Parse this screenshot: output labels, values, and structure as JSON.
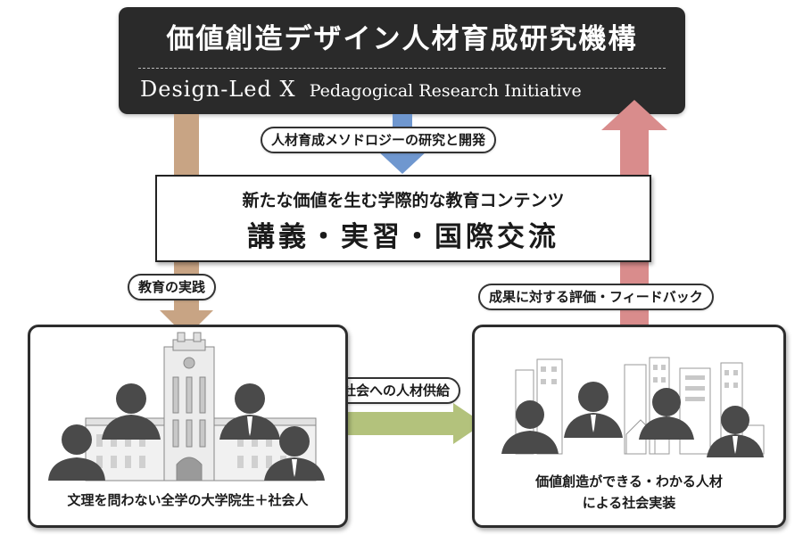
{
  "title": {
    "japanese": "価値創造デザイン人材育成研究機構",
    "english_main": "Design-Led X",
    "english_sub": "Pedagogical Research Initiative"
  },
  "labels": {
    "methodology": "人材育成メソドロジーの研究と開発",
    "practice": "教育の実践",
    "feedback": "成果に対する評価・フィードバック",
    "supply": "社会への人材供給"
  },
  "content": {
    "subtitle": "新たな価値を生む学際的な教育コンテンツ",
    "main": "講義・実習・国際交流"
  },
  "left_panel": {
    "caption": "文理を問わない全学の大学院生＋社会人"
  },
  "right_panel": {
    "caption_line1": "価値創造ができる・わかる人材",
    "caption_line2": "による社会実装"
  },
  "colors": {
    "banner": "#2a2a2a",
    "arrow_brown": "#c8a484",
    "arrow_blue": "#6f97cf",
    "arrow_red": "#d98c8c",
    "arrow_green": "#b3c27c"
  }
}
